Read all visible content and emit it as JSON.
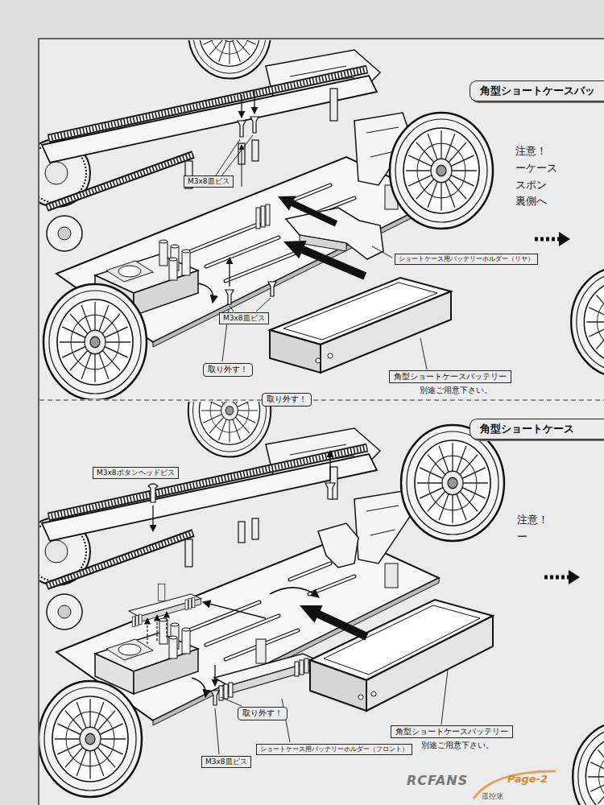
{
  "diagram": {
    "nodes": [
      {
        "text": [
          "角型ショートケースバッ"
        ]
      },
      {
        "text": [
          "M3x8皿ビス"
        ]
      },
      {
        "text": [
          "ショートケース用バッテリーホルダー（リヤ）"
        ]
      },
      {
        "text": [
          "M3x8皿ビス"
        ]
      },
      {
        "text": [
          "取り外す！"
        ]
      },
      {
        "text": [
          "角型ショートケースバッテリー",
          "別途ご用意下さい。"
        ]
      },
      {
        "text": [
          "取り外す！"
        ]
      },
      {
        "text": [
          "角型ショートケース"
        ]
      },
      {
        "text": [
          "M3x8ボタンヘッドビス"
        ]
      },
      {
        "text": [
          "取り外す！"
        ]
      },
      {
        "text": [
          "角型ショートケースバッテリー",
          "別途ご用意下さい。"
        ]
      },
      {
        "text": [
          "ショートケース用バッテリーホルダー（フロント）"
        ]
      },
      {
        "text": [
          "M3x8皿ビス"
        ]
      }
    ],
    "labels": [
      "注意！ーケース スポン 裏側へ",
      "注意！ー",
      "RCFANS",
      "Page-2",
      "遥控迷"
    ]
  }
}
